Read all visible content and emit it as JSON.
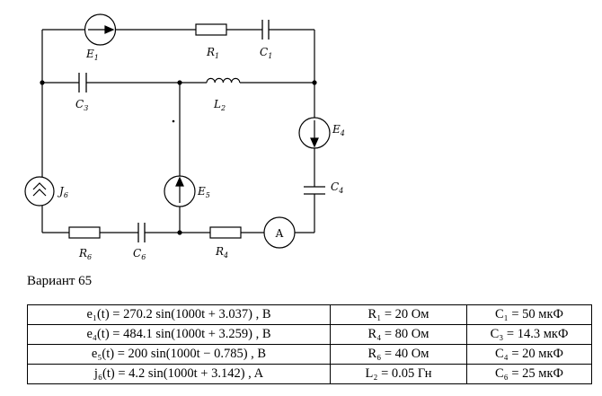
{
  "circuit": {
    "labels": {
      "E1": {
        "main": "E",
        "sub": "1"
      },
      "R1": {
        "main": "R",
        "sub": "1"
      },
      "C1": {
        "main": "C",
        "sub": "1"
      },
      "C3": {
        "main": "C",
        "sub": "3"
      },
      "L2": {
        "main": "L",
        "sub": "2"
      },
      "E4": {
        "main": "E",
        "sub": "4"
      },
      "C4": {
        "main": "C",
        "sub": "4"
      },
      "J6": {
        "main": "J",
        "sub": "6"
      },
      "E5": {
        "main": "E",
        "sub": "5"
      },
      "R6": {
        "main": "R",
        "sub": "6"
      },
      "C6": {
        "main": "C",
        "sub": "6"
      },
      "R4": {
        "main": "R",
        "sub": "4"
      }
    },
    "ammeter": "A"
  },
  "variant_label": "Вариант 65",
  "table": [
    [
      "e₁(t) = 270.2 sin(1000t + 3.037) , B",
      "R₁ = 20 Ом",
      "C₁ = 50 мкФ"
    ],
    [
      "e₄(t) = 484.1 sin(1000t + 3.259) , B",
      "R₄ = 80 Ом",
      "C₃ = 14.3 мкФ"
    ],
    [
      "e₅(t) = 200 sin(1000t − 0.785) , B",
      "R₆ = 40 Ом",
      "C₄ = 20 мкФ"
    ],
    [
      "j₆(t) = 4.2 sin(1000t + 3.142) , A",
      "L₂ = 0.05 Гн",
      "C₆ = 25 мкФ"
    ]
  ]
}
